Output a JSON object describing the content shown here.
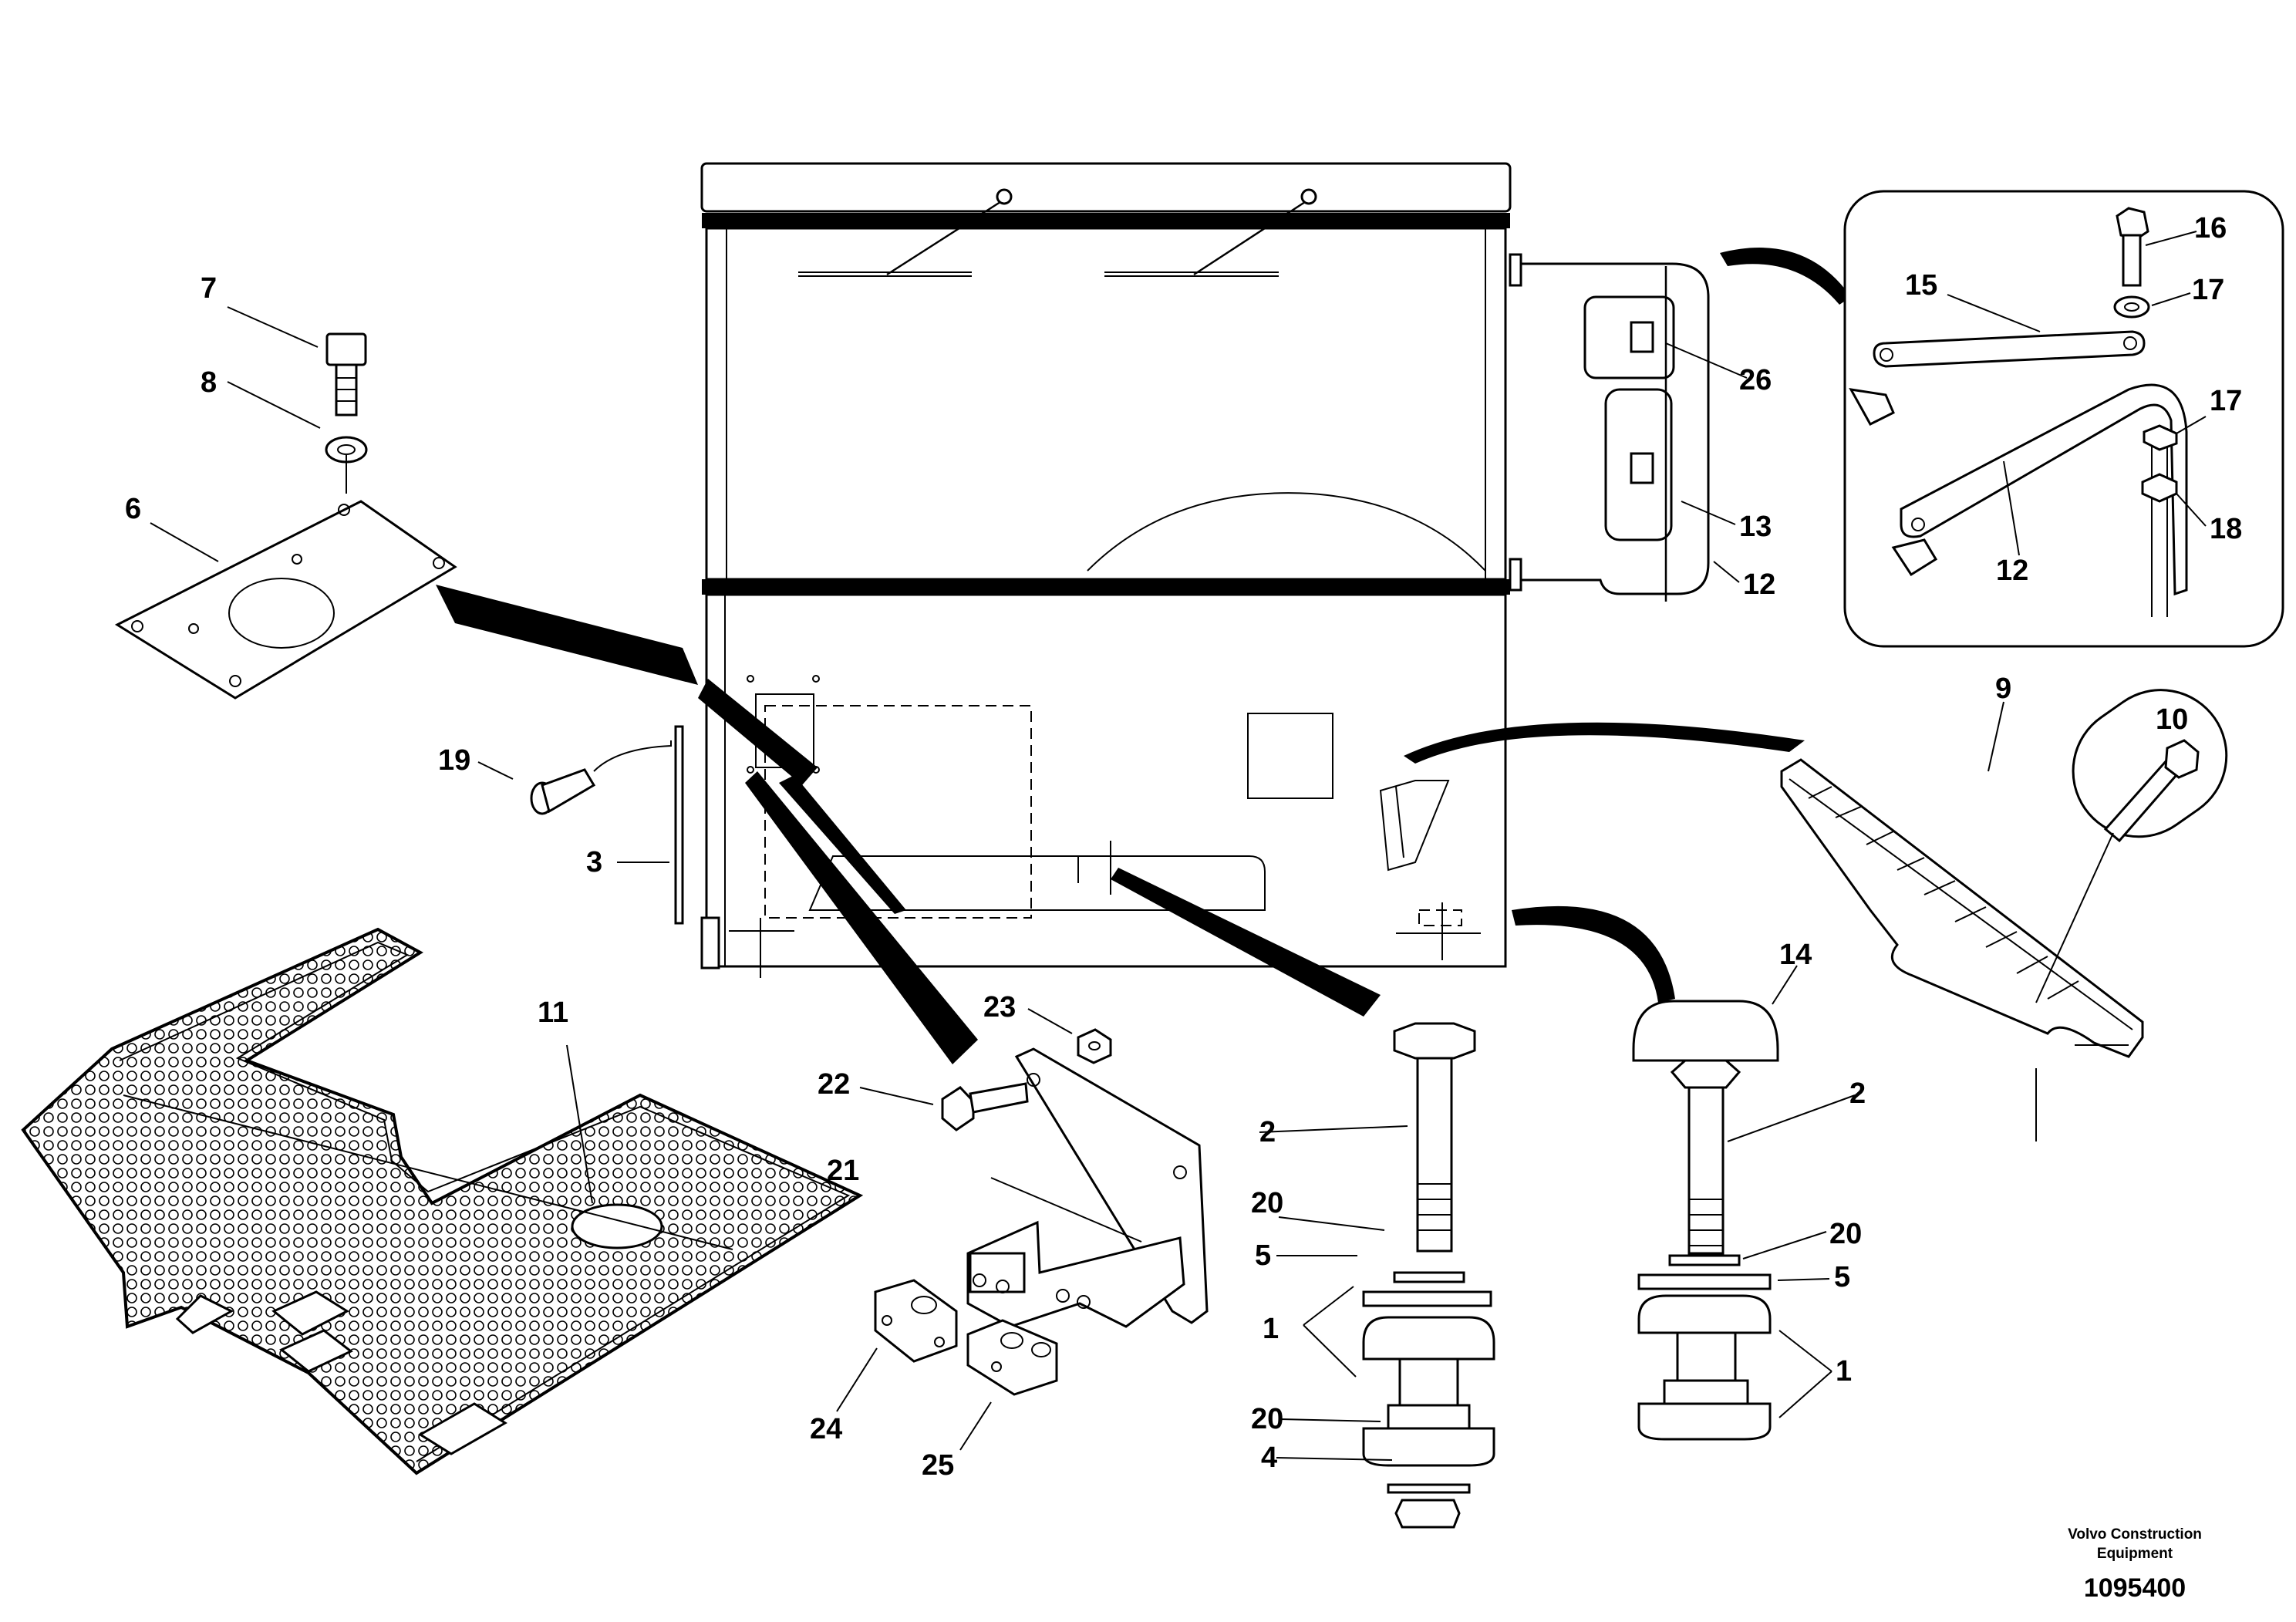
{
  "callouts": {
    "c1a": "1",
    "c1b": "1",
    "c2a": "2",
    "c2b": "2",
    "c3": "3",
    "c4": "4",
    "c5a": "5",
    "c5b": "5",
    "c6": "6",
    "c7": "7",
    "c8": "8",
    "c9": "9",
    "c10": "10",
    "c11": "11",
    "c12a": "12",
    "c12b": "12",
    "c13": "13",
    "c14": "14",
    "c15": "15",
    "c16": "16",
    "c17a": "17",
    "c17b": "17",
    "c18": "18",
    "c19": "19",
    "c20a": "20",
    "c20b": "20",
    "c20c": "20",
    "c21": "21",
    "c22": "22",
    "c23": "23",
    "c24": "24",
    "c25": "25",
    "c26": "26"
  },
  "footer": {
    "company_line1": "Volvo Construction",
    "company_line2": "Equipment",
    "document_number": "1095400"
  }
}
